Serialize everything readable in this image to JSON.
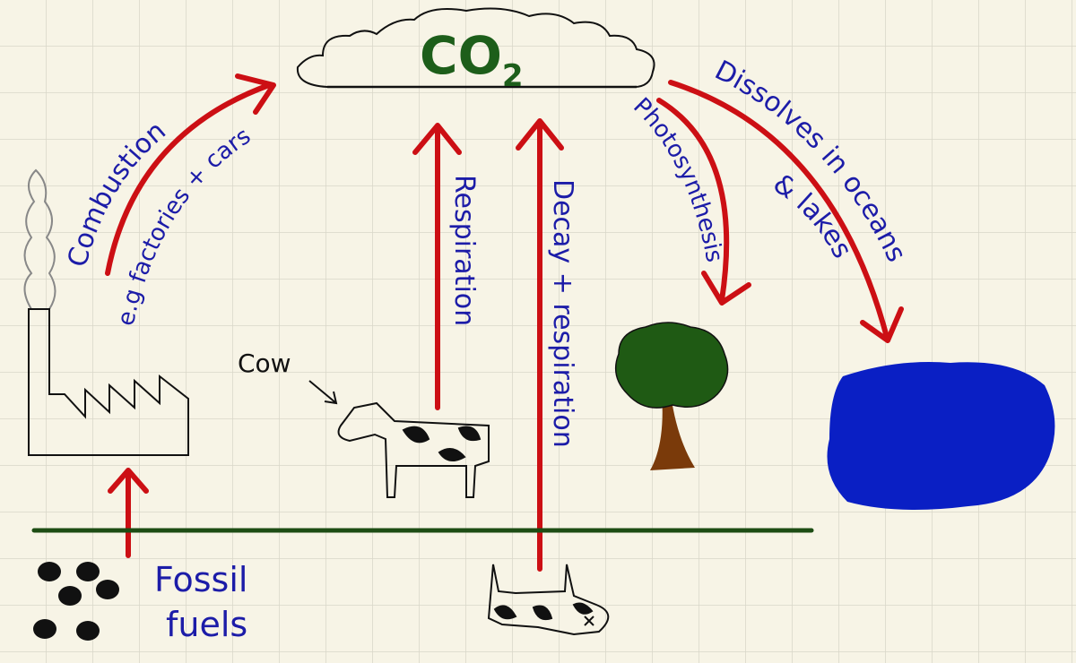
{
  "title": {
    "main": "CO",
    "subscript": "2"
  },
  "labels": {
    "combustion": "Combustion",
    "combustion_example": "e.g factories + cars",
    "respiration": "Respiration",
    "decay": "Decay + respiration",
    "photosynthesis": "Photosynthesis",
    "dissolves_line1": "Dissolves in oceans",
    "dissolves_line2": "& lakes",
    "cow": "Cow",
    "fossil_line1": "Fossil",
    "fossil_line2": "fuels"
  },
  "colors": {
    "arrow": "#cc0f14",
    "text": "#1c1ca8",
    "co2": "#1d5e1a",
    "ground": "#1d4d14",
    "tree_canopy": "#1f5a14",
    "tree_trunk": "#7a3a0a",
    "water": "#0a1fc4"
  }
}
